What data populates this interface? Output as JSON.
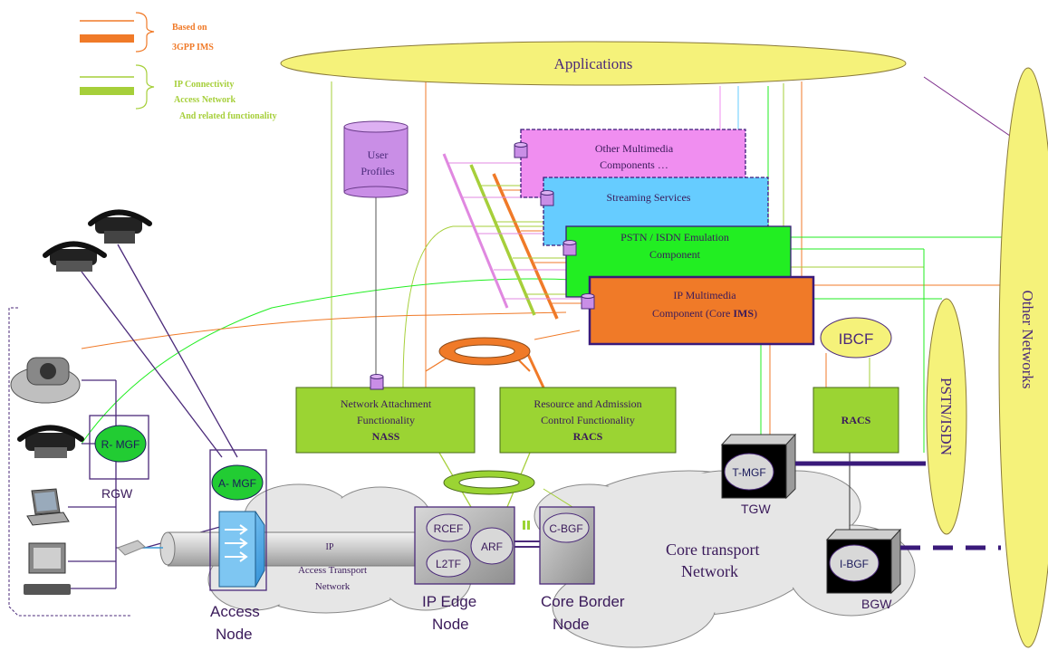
{
  "legend": {
    "ims_line1": "Based on",
    "ims_line2": "3GPP IMS",
    "ims_color": "#f07a28",
    "ipc_line1": "IP Connectivity",
    "ipc_line2": "Access Network",
    "ipc_line3": "And related functionality",
    "ipc_color": "#a6cf3a"
  },
  "applications": "Applications",
  "other_networks": "Other Networks",
  "pstn_isdn": "PSTN/ISDN",
  "user_profiles": {
    "line1": "User",
    "line2": "Profiles"
  },
  "components": {
    "other_mm": {
      "line1": "Other Multimedia",
      "line2": "Components …",
      "color": "#f08ef0"
    },
    "streaming": {
      "line1": "Streaming Services",
      "color": "#66ccff"
    },
    "pstn_emul": {
      "line1": "PSTN / ISDN Emulation",
      "line2": "Component",
      "color": "#22ee22"
    },
    "ims": {
      "line1": "IP Multimedia",
      "line2a": "Component  (Core ",
      "line2b": "IMS",
      "line2c": ")",
      "color": "#f07a28"
    }
  },
  "ibcf": "IBCF",
  "nass": {
    "line1": "Network Attachment",
    "line2": "Functionality",
    "line3": "NASS"
  },
  "racs_center": {
    "line1": "Resource and Admission",
    "line2": "Control Functionality",
    "line3": "RACS"
  },
  "racs_right": "RACS",
  "r_mgf": "R- MGF",
  "rgw": "RGW",
  "a_mgf": "A- MGF",
  "access_node": {
    "line1": "Access",
    "line2": "Node"
  },
  "ip_label": "IP",
  "access_transport": {
    "line1": "Access Transport",
    "line2": "Network"
  },
  "edge": {
    "rcef": "RCEF",
    "l2tf": "L2TF",
    "arf": "ARF",
    "line1": "IP Edge",
    "line2": "Node"
  },
  "core_border": {
    "cbgf": "C-BGF",
    "line1": "Core Border",
    "line2": "Node"
  },
  "core_transport": {
    "line1": "Core transport",
    "line2": "Network"
  },
  "t_mgf": "T-MGF",
  "tgw": "TGW",
  "i_bgf": "I-BGF",
  "bgw": "BGW"
}
